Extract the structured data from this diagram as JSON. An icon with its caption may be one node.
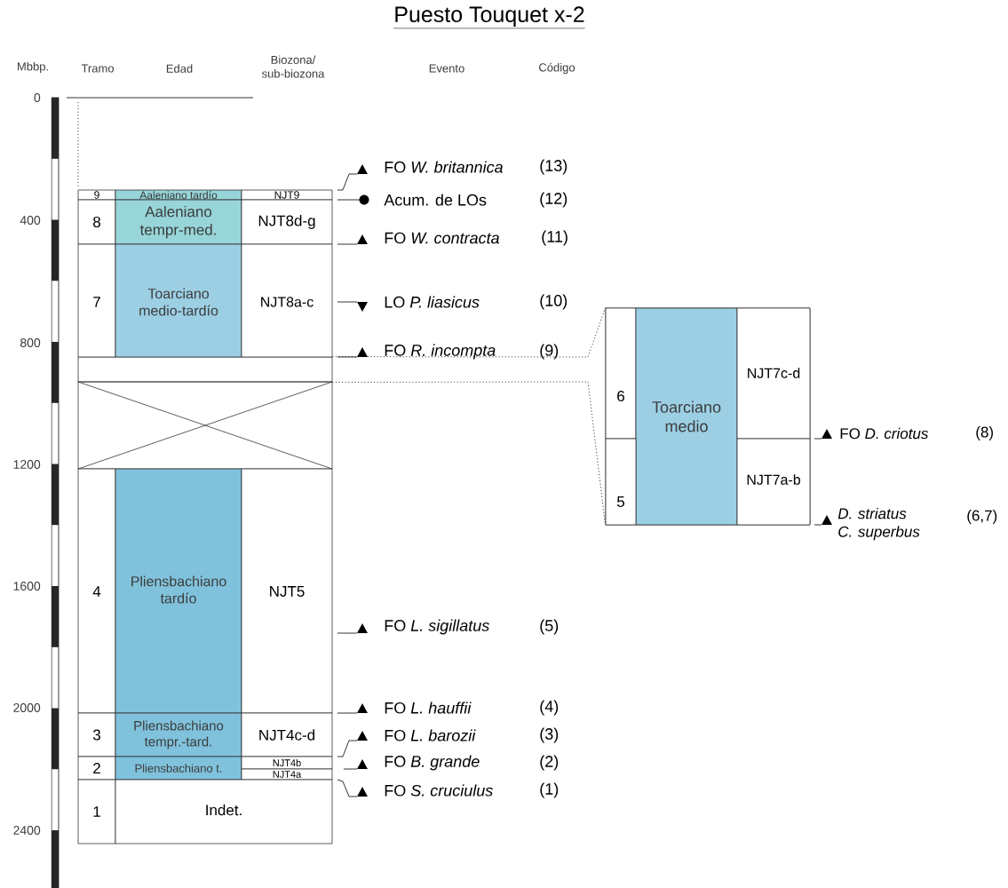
{
  "diagram": {
    "title": "Puesto Touquet x-2",
    "nodes": [
      {
        "text": [],
        "shape": "box"
      },
      {
        "text": [],
        "shape": "box"
      }
    ],
    "edges": [
      {
        "from": 0,
        "to": 1,
        "arrow": "none",
        "style": "dashed"
      },
      {
        "from": 0,
        "to": 1,
        "arrow": "none",
        "style": "dashed"
      }
    ],
    "labels": [
      "Mbbp.",
      "Tramo",
      "Edad",
      "Biozona/ sub-biozona",
      "Evento",
      "Código",
      "0",
      "400",
      "800",
      "1200",
      "1600",
      "2000",
      "2400",
      "9",
      "Aaleniano tardío",
      "NJT9",
      "8",
      "Aaleniano tempr-med.",
      "NJT8d-g",
      "7",
      "Toarciano medio-tardío",
      "NJT8a-c",
      "4",
      "Pliensbachiano tardío",
      "NJT5",
      "3",
      "Pliensbachiano tempr.-tard.",
      "NJT4c-d",
      "2",
      "Pliensbachiano t.",
      "NJT4b",
      "NJT4a",
      "1",
      "Indet.",
      "FO *W. britannica*",
      "(13)",
      "Acum. de LOs",
      "(12)",
      "FO *W. contracta*",
      "(11)",
      "LO *P. liasicus*",
      "(10)",
      "FO *R. incompta*",
      "(9)",
      "FO *L. sigillatus*",
      "(5)",
      "FO *L. hauffii*",
      "(4)",
      "FO *L. barozii*",
      "(3)",
      "FO *B. grande*",
      "(2)",
      "FO *S. cruciulus*",
      "(1)",
      "6",
      "Toarciano medio",
      "NJT7c-d",
      "5",
      "NJT7a-b",
      "FO *D. criotus*",
      "(8)",
      "D. striatus C. superbus",
      "(6,7)"
    ]
  }
}
